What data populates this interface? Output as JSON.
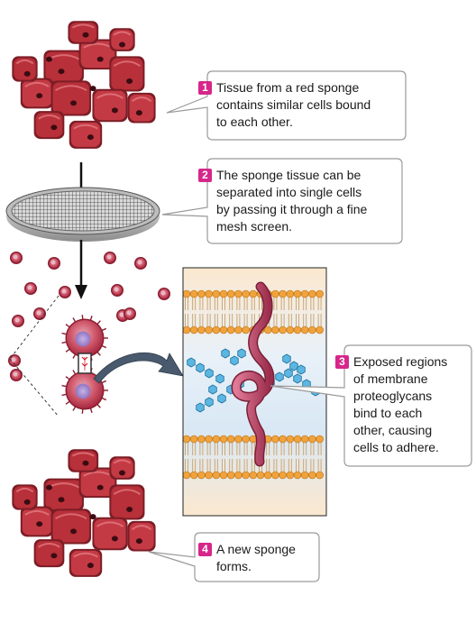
{
  "colors": {
    "step_badge": "#d6268a",
    "sponge": "#b8323a",
    "membrane_head": "#f0a23c",
    "proteoglycan": "#4aa8d8",
    "protein": "#b8405a",
    "callout_border": "#9a9a9a"
  },
  "steps": [
    {
      "number": "1",
      "text": "Tissue from a red sponge\ncontains similar cells bound\nto each other."
    },
    {
      "number": "2",
      "text": "The sponge tissue can be\nseparated into single cells\nby passing it through a fine\nmesh screen."
    },
    {
      "number": "3",
      "text": "Exposed regions\nof membrane\nproteoglycans\nbind to each\nother, causing\ncells to adhere."
    },
    {
      "number": "4",
      "text": "A new sponge\nforms."
    }
  ],
  "icons": [
    "sponge-tissue",
    "mesh-screen",
    "down-arrow",
    "sponge-cell",
    "membrane-bilayer",
    "proteoglycan",
    "transmembrane-protein",
    "curved-arrow"
  ]
}
